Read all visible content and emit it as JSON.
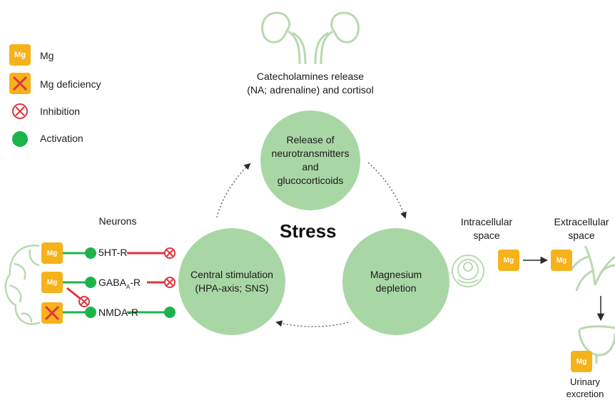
{
  "legend": {
    "mg_box": "Mg",
    "mg": "Mg",
    "mg_deficiency": "Mg deficiency",
    "inhibition": "Inhibition",
    "activation": "Activation"
  },
  "top": {
    "caption_line1": "Catecholamines release",
    "caption_line2": "(NA; adrenaline) and cortisol"
  },
  "circles": {
    "release": [
      "Release of",
      "neurotransmitters",
      "and",
      "glucocorticoids"
    ],
    "central": [
      "Central stimulation",
      "(HPA-axis; SNS)"
    ],
    "magnesium": [
      "Magnesium",
      "depletion"
    ]
  },
  "center_title": "Stress",
  "neurons": {
    "title": "Neurons",
    "mg_label": "Mg",
    "receptors": {
      "r1": "5HT-R",
      "r2_main": "GABA",
      "r2_sub": "A",
      "r2_tail": "-R",
      "r3": "NMDA-R"
    }
  },
  "right": {
    "intracellular": [
      "Intracellular",
      "space"
    ],
    "extracellular": [
      "Extracellular",
      "space"
    ],
    "mg_label": "Mg",
    "urinary": [
      "Urinary",
      "excretion"
    ]
  },
  "colors": {
    "circle_green": "#a9d6a5",
    "mg_orange": "#f6b21b",
    "inhibition_red": "#e2343f",
    "activation_green": "#1cb34b",
    "icon_green": "#b9d9b0"
  }
}
